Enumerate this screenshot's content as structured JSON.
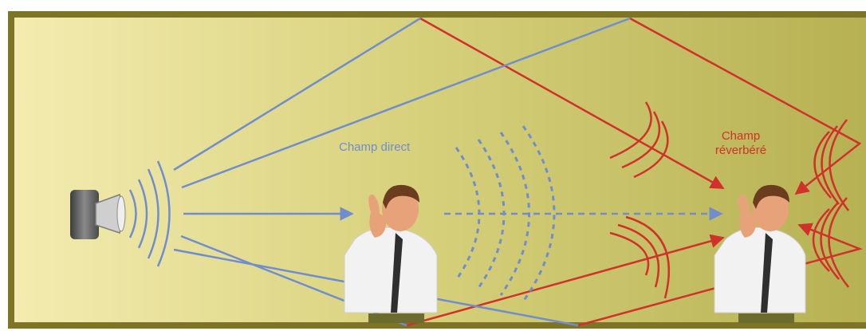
{
  "labels": {
    "direct_field": "Champ direct",
    "reverberant_field_line1": "Champ",
    "reverberant_field_line2": "réverbéré"
  },
  "colors": {
    "frame": "#7d7426",
    "room_left": "#f4ecb0",
    "room_right": "#b6b152",
    "direct": "#6f8dcf",
    "reverberant": "#d1302b",
    "shirt": "#f2f2f2",
    "skin": "#e8a27a",
    "hair": "#6b3d1e",
    "tie": "#2f2f2f",
    "speaker": "#555555",
    "floor": "#6c6c2e"
  },
  "icons": {
    "source": "loudspeaker-icon",
    "listener_near": "listener-near-icon",
    "listener_far": "listener-far-icon"
  }
}
